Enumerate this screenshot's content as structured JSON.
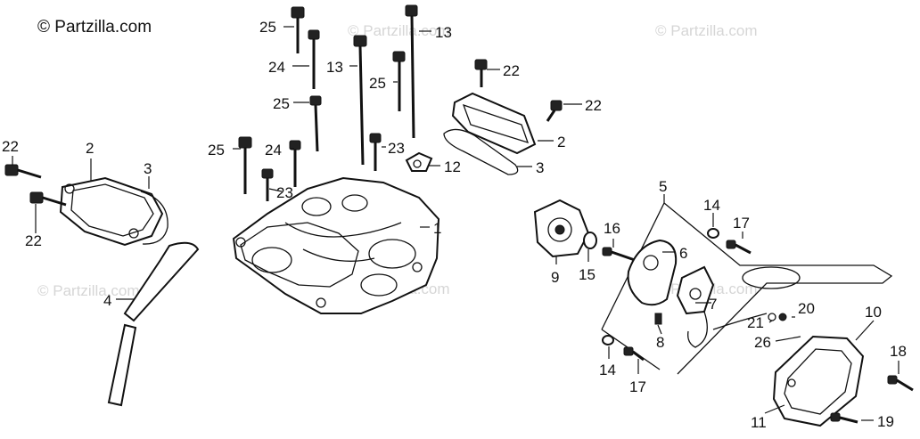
{
  "copyright": "© Partzilla.com",
  "watermark": "© Partzilla.com",
  "callouts": {
    "c25a": "25",
    "c13a": "13",
    "c24a": "24",
    "c13b": "13",
    "c25b": "25",
    "c25c": "25",
    "c24b": "24",
    "c25d": "25",
    "c23a": "23",
    "c23b": "23",
    "c22a": "22",
    "c22b": "22",
    "c2a": "2",
    "c3a": "3",
    "c12": "12",
    "c22c": "22",
    "c22d": "22",
    "c2b": "2",
    "c3b": "3",
    "c4": "4",
    "c1": "1",
    "c5": "5",
    "c14a": "14",
    "c17a": "17",
    "c16": "16",
    "c6": "6",
    "c9": "9",
    "c15": "15",
    "c7": "7",
    "c21": "21",
    "c20": "20",
    "c8": "8",
    "c10": "10",
    "c26": "26",
    "c14b": "14",
    "c17b": "17",
    "c18": "18",
    "c11": "11",
    "c19": "19"
  }
}
